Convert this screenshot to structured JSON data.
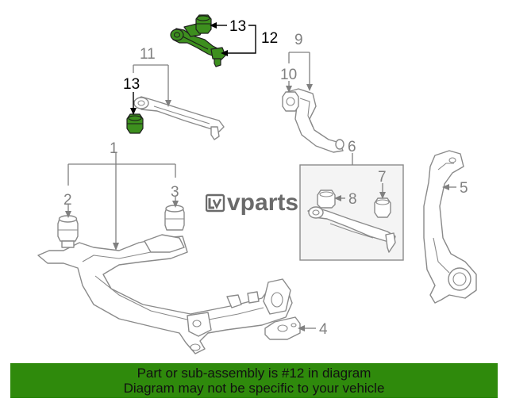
{
  "callouts": {
    "c1": "1",
    "c2": "2",
    "c3": "3",
    "c4": "4",
    "c5": "5",
    "c6": "6",
    "c7": "7",
    "c8": "8",
    "c9": "9",
    "c10": "10",
    "c11": "11",
    "c12": "12",
    "c13_upper": "13",
    "c13_left": "13"
  },
  "highlighted_part": "12",
  "watermark": {
    "text": "vparts",
    "icon": "lv-logo-icon"
  },
  "banner": {
    "line1": "Part or sub-assembly is #12 in diagram",
    "line2": "Diagram may not be specific to your vehicle"
  },
  "colors": {
    "highlight_part": "#3d8f1e",
    "banner_background": "#2f8a0c",
    "line_art": "#8a8a8a",
    "callout_grey": "#808080",
    "callout_black": "#000000"
  }
}
